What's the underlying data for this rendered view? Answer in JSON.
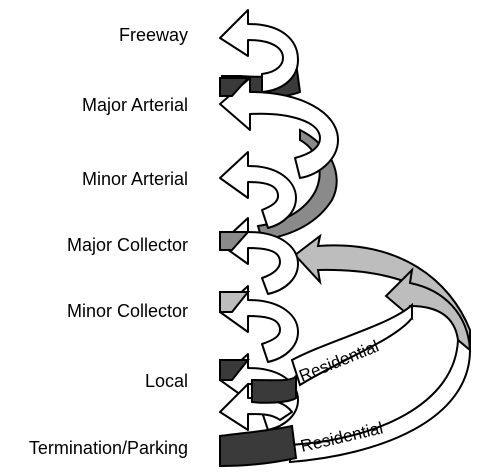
{
  "levels": [
    {
      "label": "Freeway"
    },
    {
      "label": "Major Arterial"
    },
    {
      "label": "Minor Arterial"
    },
    {
      "label": "Major Collector"
    },
    {
      "label": "Minor Collector"
    },
    {
      "label": "Local"
    },
    {
      "label": "Termination/Parking"
    }
  ],
  "ramps": [
    {
      "label": "Residential"
    },
    {
      "label": "Residential"
    }
  ],
  "colors": {
    "dark": "#3a3a3a",
    "mid": "#8a8a8a",
    "light": "#bdbdbd",
    "white": "#ffffff"
  }
}
